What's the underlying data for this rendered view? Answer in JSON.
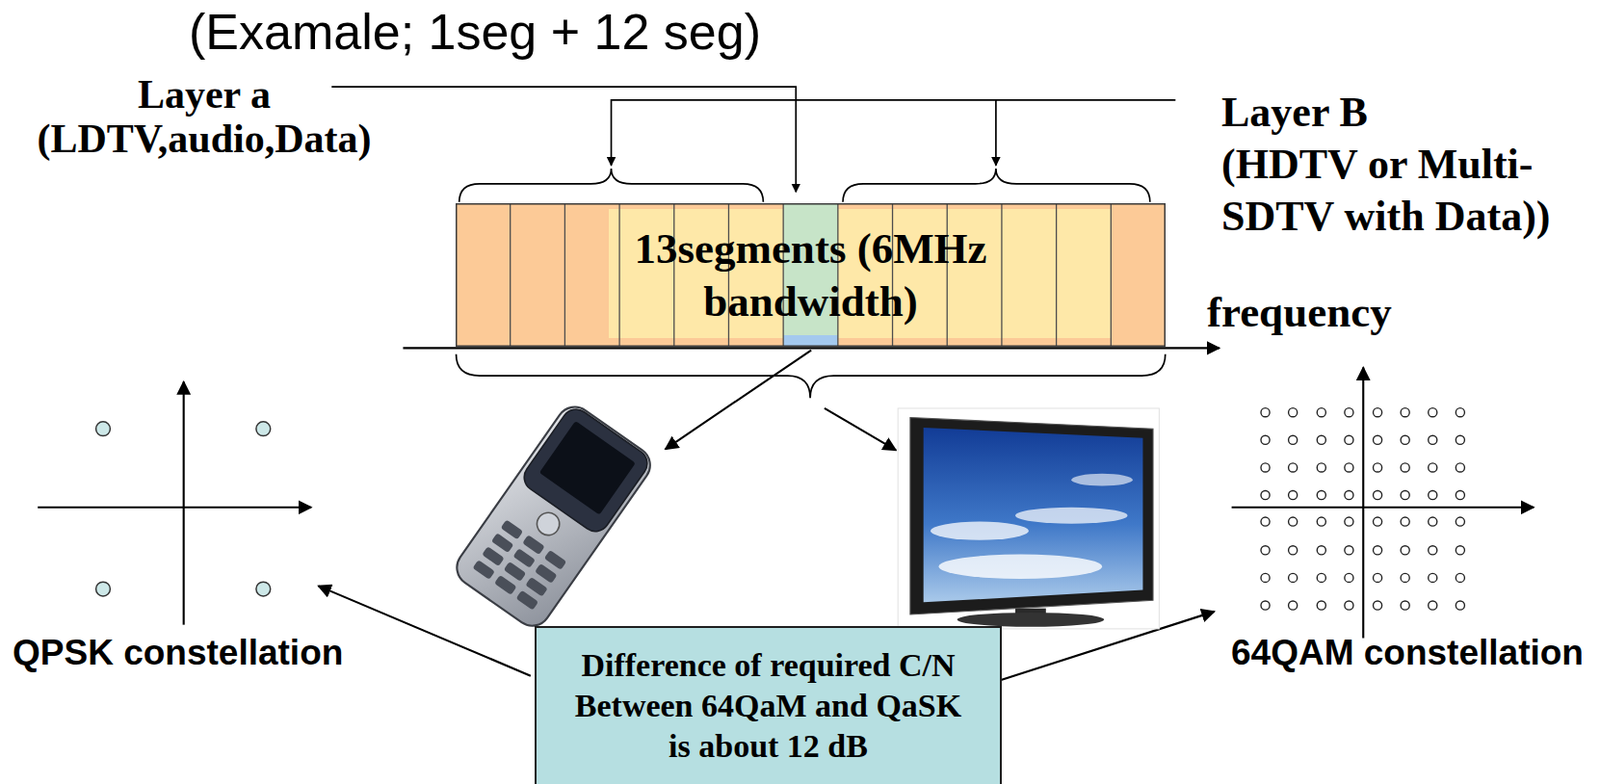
{
  "diagram": {
    "title": "(Examale; 1seg + 12 seg)",
    "nodes": [
      {
        "text": [
          "13segments (6MHz bandwidth)"
        ]
      },
      {
        "text": [
          "Difference of required C/N Between 64QaM and QaSK is about 12 dB"
        ]
      }
    ],
    "labels": [
      "Layer a",
      "(LDTV,audio,Data)",
      "Layer B",
      "(HDTV or Multi-SDTV with Data))",
      "frequency",
      "QPSK constellation",
      "64QAM constellation"
    ]
  }
}
